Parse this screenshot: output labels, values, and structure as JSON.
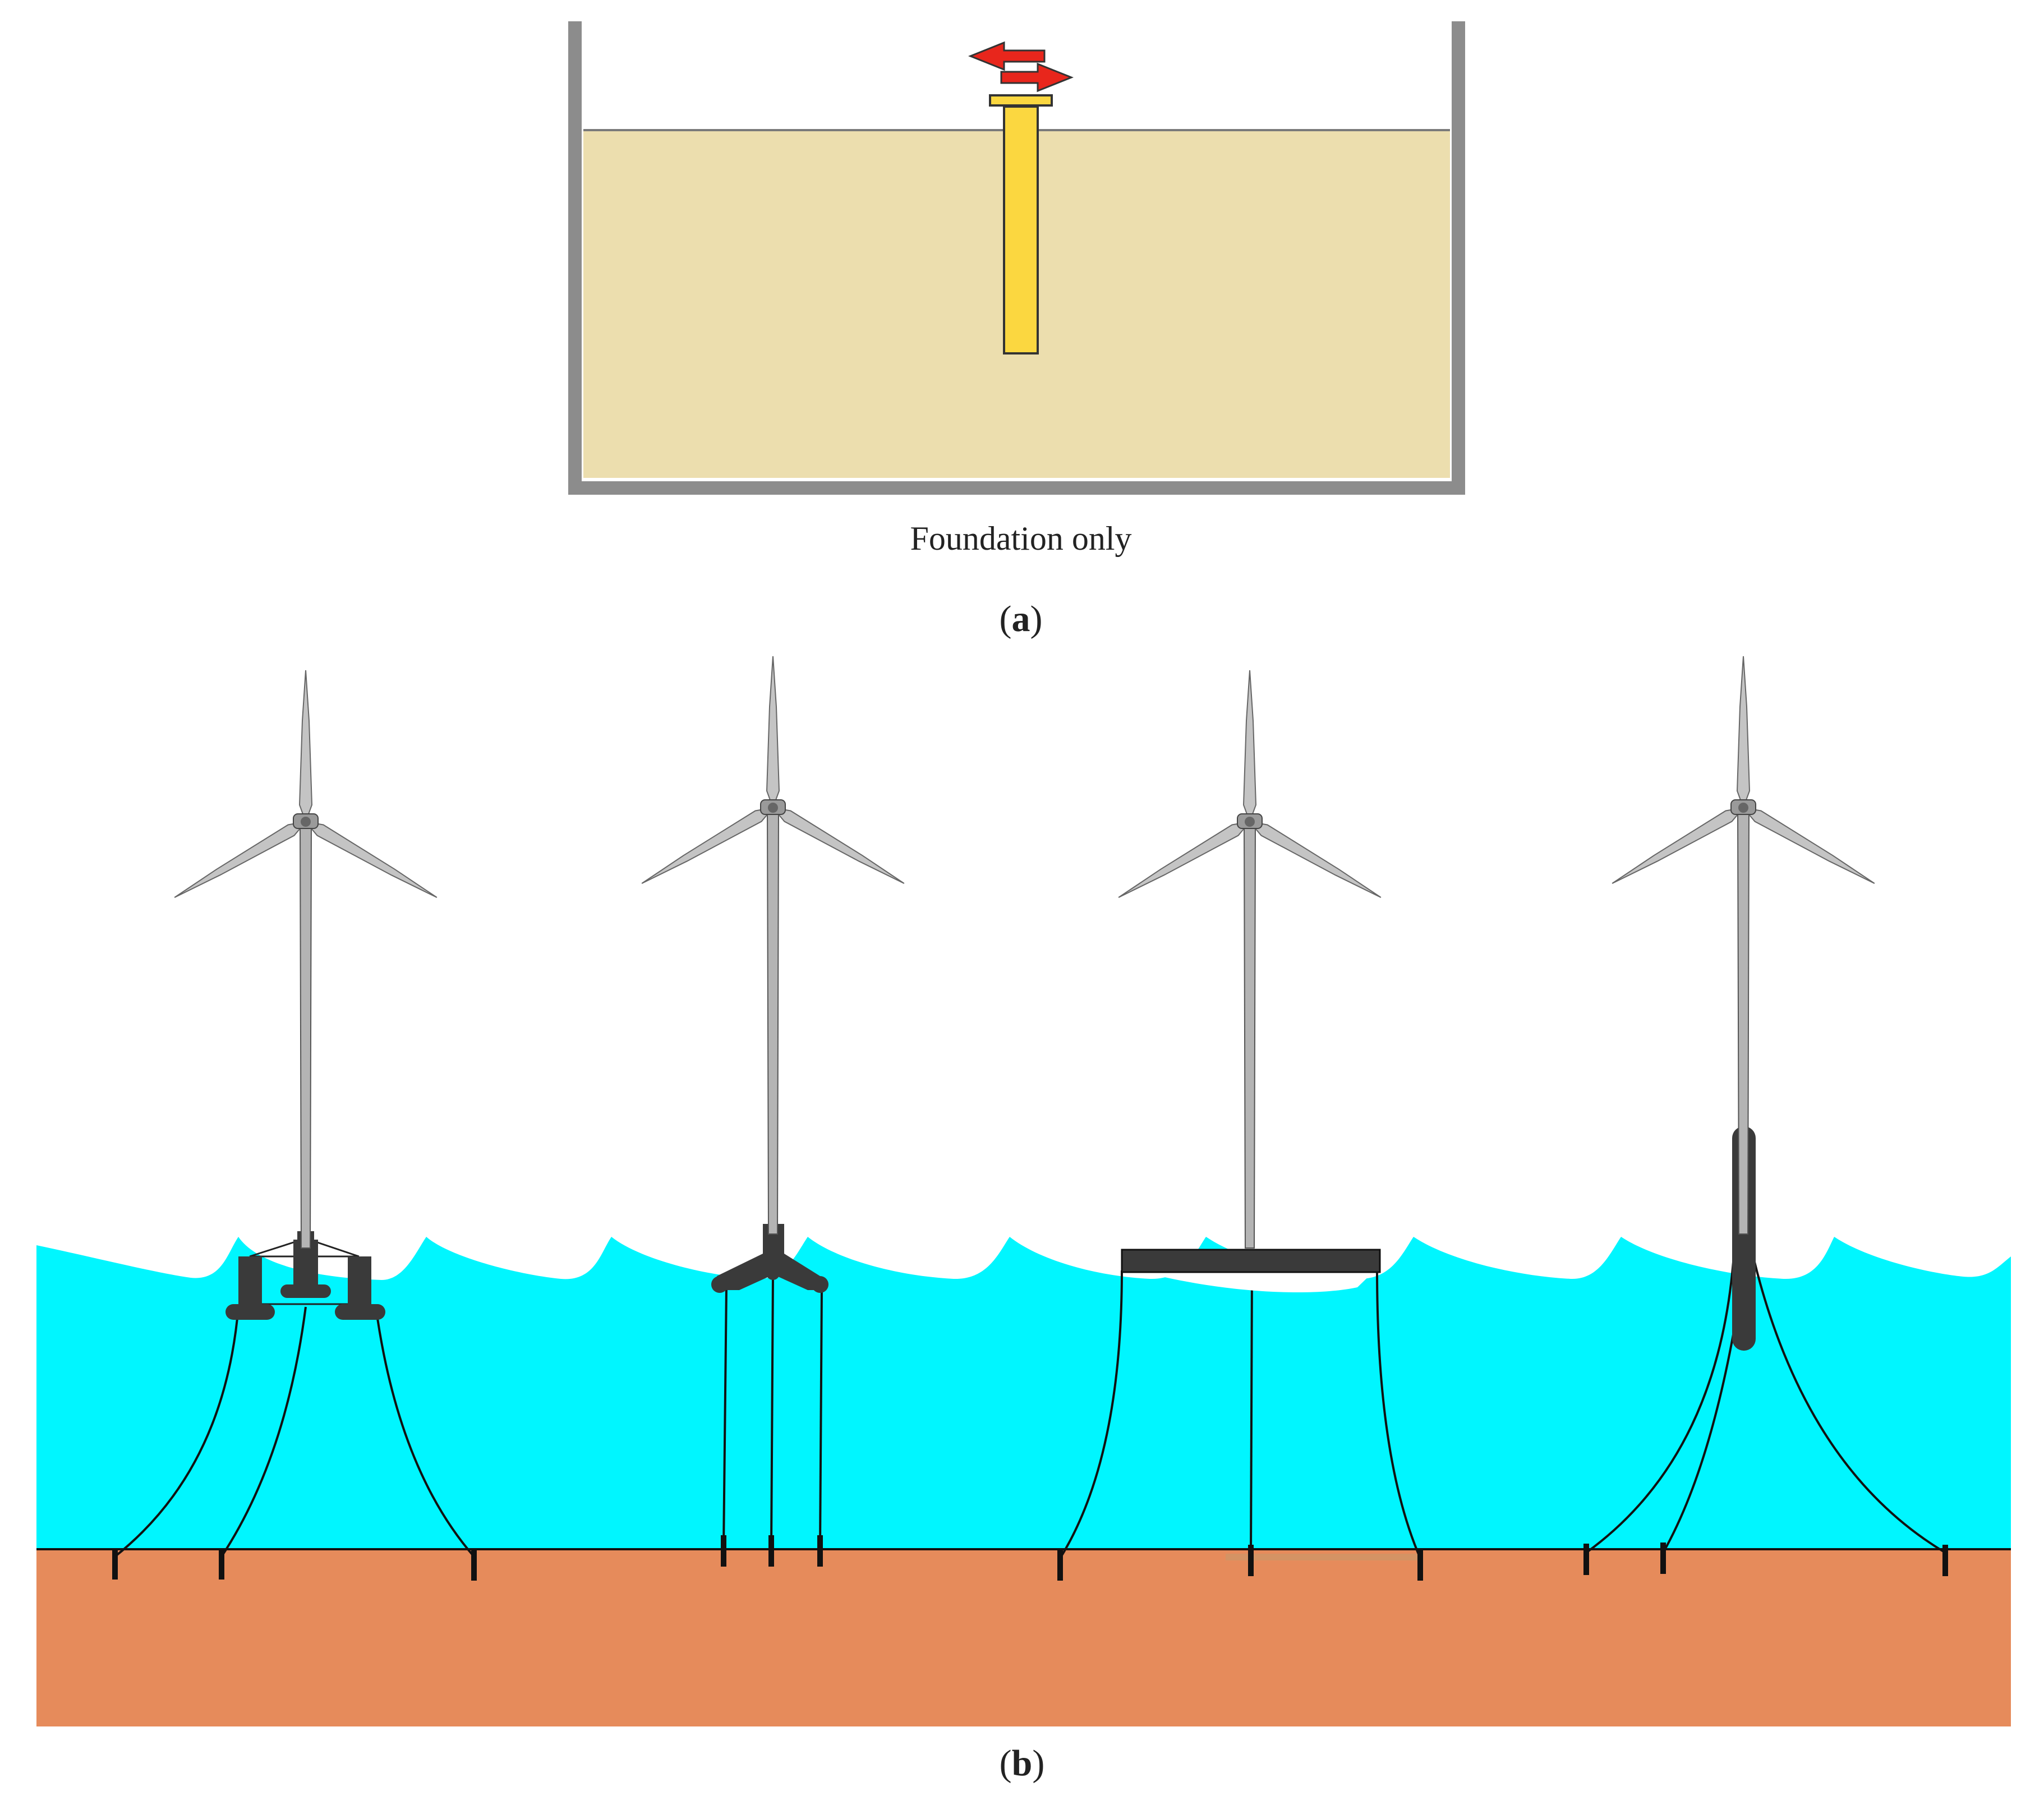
{
  "panel_a": {
    "caption": "Foundation only",
    "label_open": "(",
    "label_letter": "a",
    "label_close": ")"
  },
  "panel_b": {
    "label_open": "(",
    "label_letter": "b",
    "label_close": ")"
  },
  "colors": {
    "tank_wall": "#8c8c8c",
    "soil": "#ecdeae",
    "pile": "#fbd740",
    "arrow": "#e8261c",
    "sea": "#00f6ff",
    "seabed": "#e68b5b",
    "platform": "#3a3a3a",
    "tower": "#b4b4b4",
    "mooring": "#111111"
  },
  "icons": {
    "load_arrows": "double-horizontal-arrow-icon",
    "turbine": "wind-turbine-icon"
  }
}
